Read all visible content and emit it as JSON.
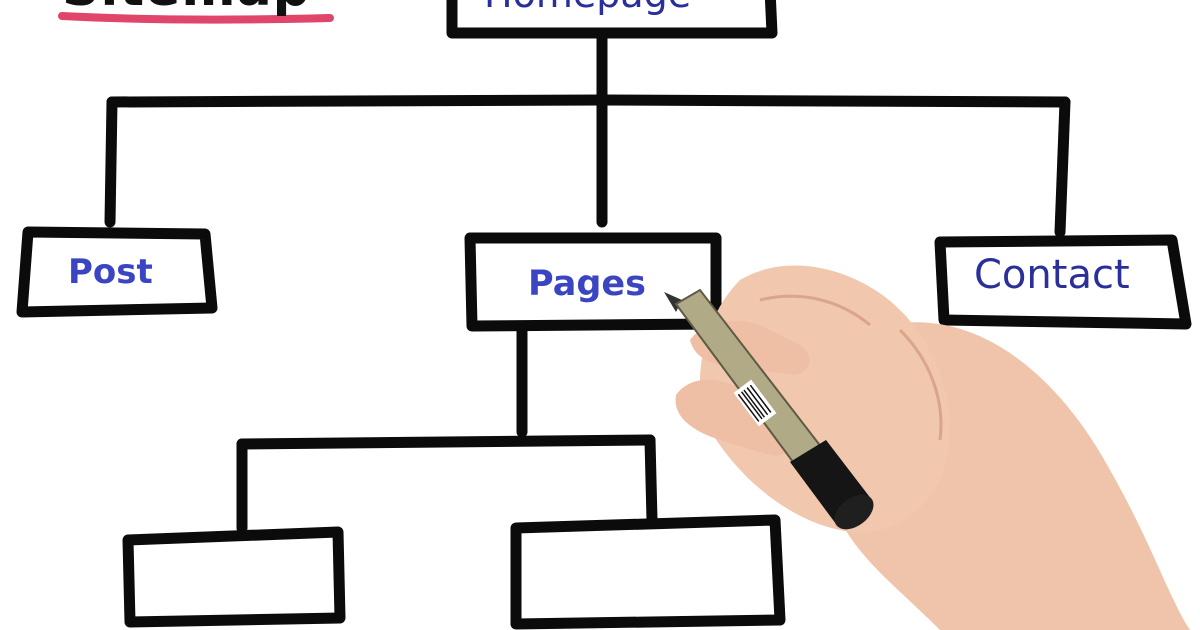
{
  "title": "Sitemap",
  "nodes": {
    "homepage": "Homepage",
    "post": "Post",
    "pages": "Pages",
    "contact": "Contact",
    "child_left": "",
    "child_right": ""
  },
  "colors": {
    "line": "#0b0b0b",
    "label_blue": "#3b45c2",
    "label_dark_blue": "#2a2f9a",
    "underline_pink": "#e0456a",
    "skin": "#f1c7ae",
    "marker_body": "#b0aa86",
    "marker_cap": "#151515"
  },
  "icons": {
    "hand": "hand-holding-marker"
  }
}
